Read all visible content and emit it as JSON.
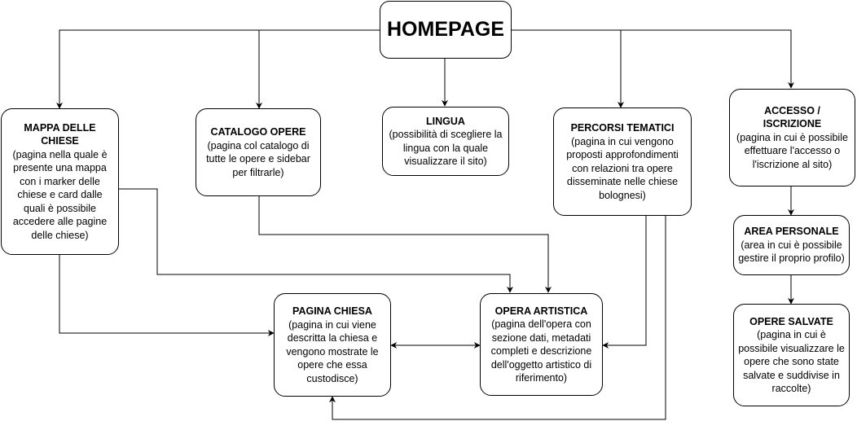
{
  "nodes": {
    "homepage": {
      "title": "HOMEPAGE"
    },
    "mappa": {
      "title": "MAPPA DELLE CHIESE",
      "desc": "(pagina nella quale è presente una mappa con i marker delle chiese e card dalle quali è possibile accedere alle pagine delle chiese)"
    },
    "catalogo": {
      "title": "CATALOGO OPERE",
      "desc": "(pagina col catalogo di tutte le opere e sidebar per filtrarle)"
    },
    "lingua": {
      "title": "LINGUA",
      "desc": "(possibilità di scegliere la lingua con la quale visualizzare il sito)"
    },
    "percorsi": {
      "title": "PERCORSI TEMATICI",
      "desc": "(pagina in cui vengono proposti approfondimenti con relazioni tra opere disseminate nelle chiese bolognesi)"
    },
    "accesso": {
      "title": "ACCESSO / ISCRIZIONE",
      "desc": "(pagina in cui è possibile effettuare l'accesso o l'iscrizione al sito)"
    },
    "area": {
      "title": "AREA PERSONALE",
      "desc": "(area in cui è possibile gestire il proprio profilo)"
    },
    "opere_salvate": {
      "title": "OPERE SALVATE",
      "desc": "(pagina in cui è possibile visualizzare le opere che sono state salvate e suddivise in raccolte)"
    },
    "chiesa": {
      "title": "PAGINA CHIESA",
      "desc": "(pagina in cui viene descritta la chiesa e vengono mostrate le opere che essa custodisce)"
    },
    "opera": {
      "title": "OPERA ARTISTICA",
      "desc": "(pagina dell'opera con sezione dati, metadati completi e descrizione dell'oggetto artistico di riferimento)"
    }
  }
}
